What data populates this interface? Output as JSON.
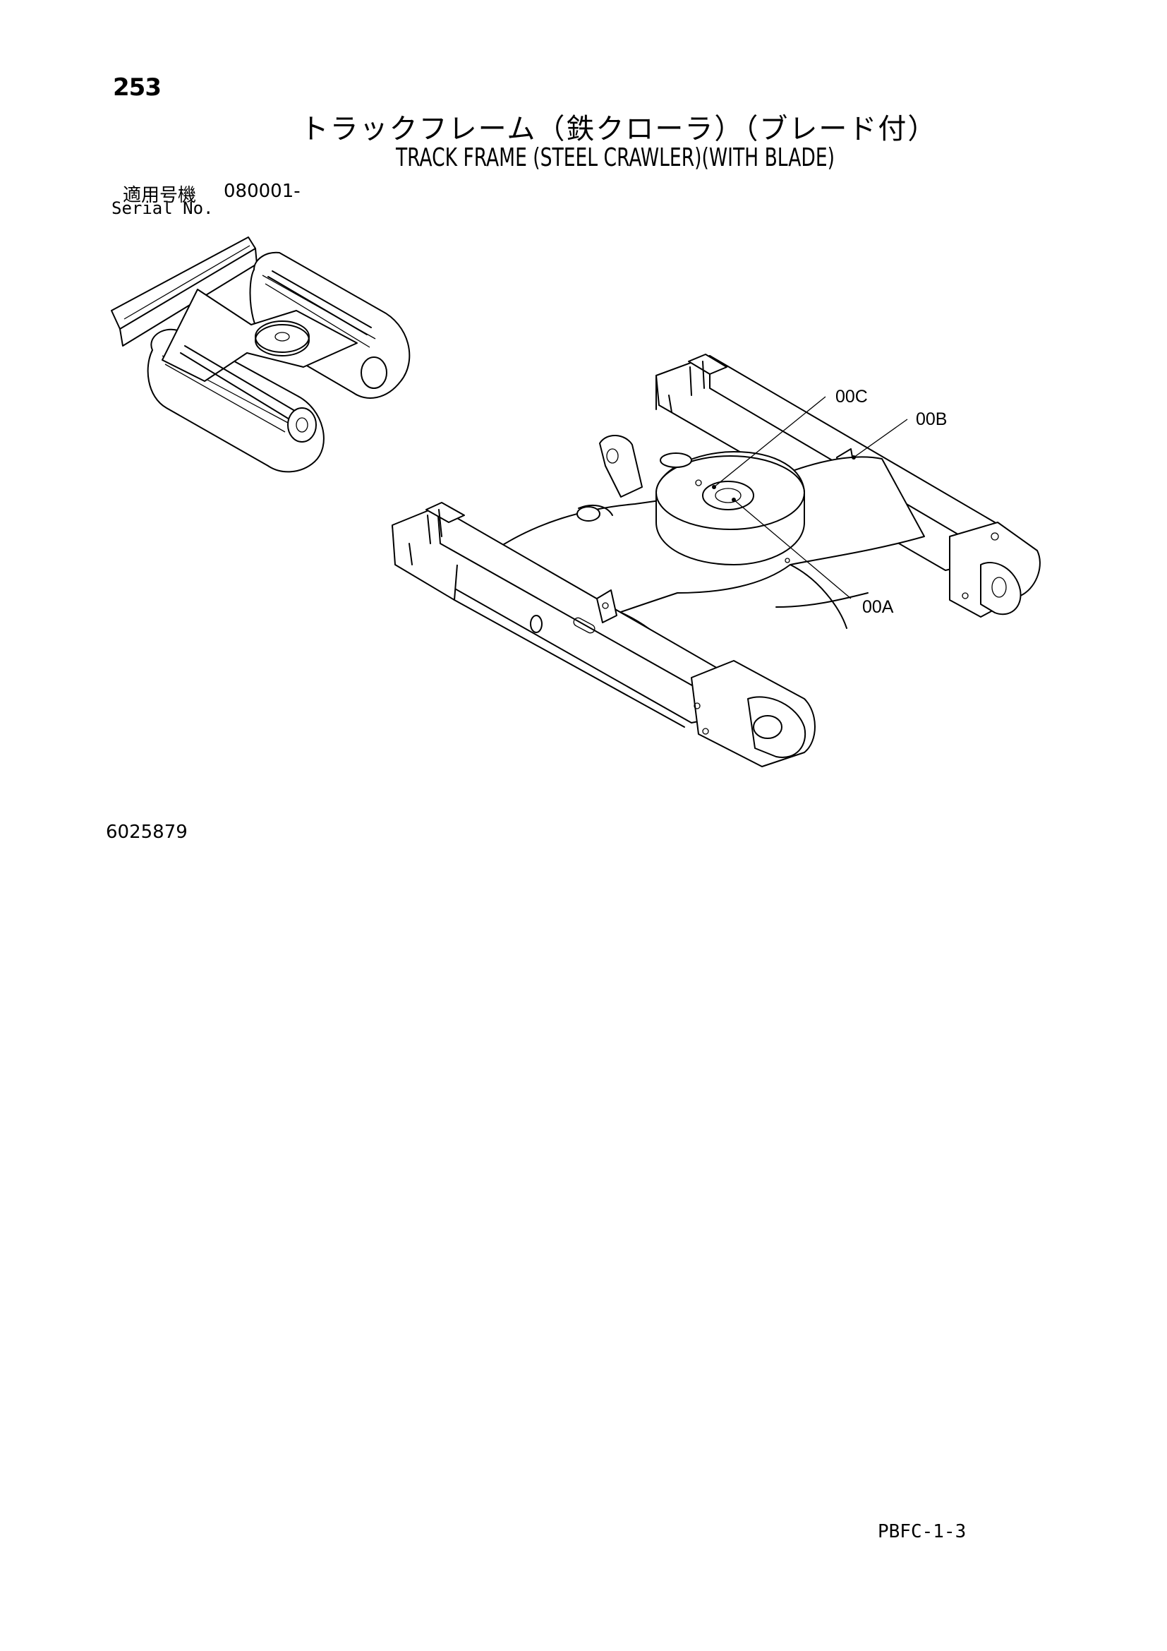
{
  "header": {
    "page_number": "253",
    "title_jp": "トラックフレーム（鉄クローラ）（ブレード付）",
    "title_en": "TRACK FRAME (STEEL CRAWLER)(WITH BLADE)"
  },
  "serial": {
    "label_jp": "適用号機",
    "label_en": "Serial No.",
    "value": "080001-"
  },
  "diagram": {
    "callouts": [
      "00C",
      "00B",
      "00A"
    ],
    "figure_code": "6025879"
  },
  "footer": {
    "sheet_code": "PBFC-1-3"
  }
}
